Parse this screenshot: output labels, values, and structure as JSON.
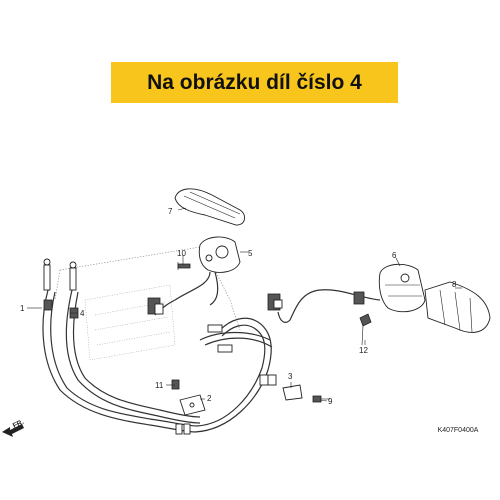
{
  "banner": {
    "text": "Na obrázku díl číslo 4",
    "background": "#f8c51c"
  },
  "callouts": [
    {
      "id": "1",
      "label": "1"
    },
    {
      "id": "2",
      "label": "2"
    },
    {
      "id": "3",
      "label": "3"
    },
    {
      "id": "4",
      "label": "4"
    },
    {
      "id": "5",
      "label": "5"
    },
    {
      "id": "6",
      "label": "6"
    },
    {
      "id": "7",
      "label": "7"
    },
    {
      "id": "8",
      "label": "8"
    },
    {
      "id": "9",
      "label": "9"
    },
    {
      "id": "10",
      "label": "10"
    },
    {
      "id": "11",
      "label": "11"
    },
    {
      "id": "12",
      "label": "12"
    }
  ],
  "direction_label": "FR.",
  "diagram_code": "K407F0400A"
}
